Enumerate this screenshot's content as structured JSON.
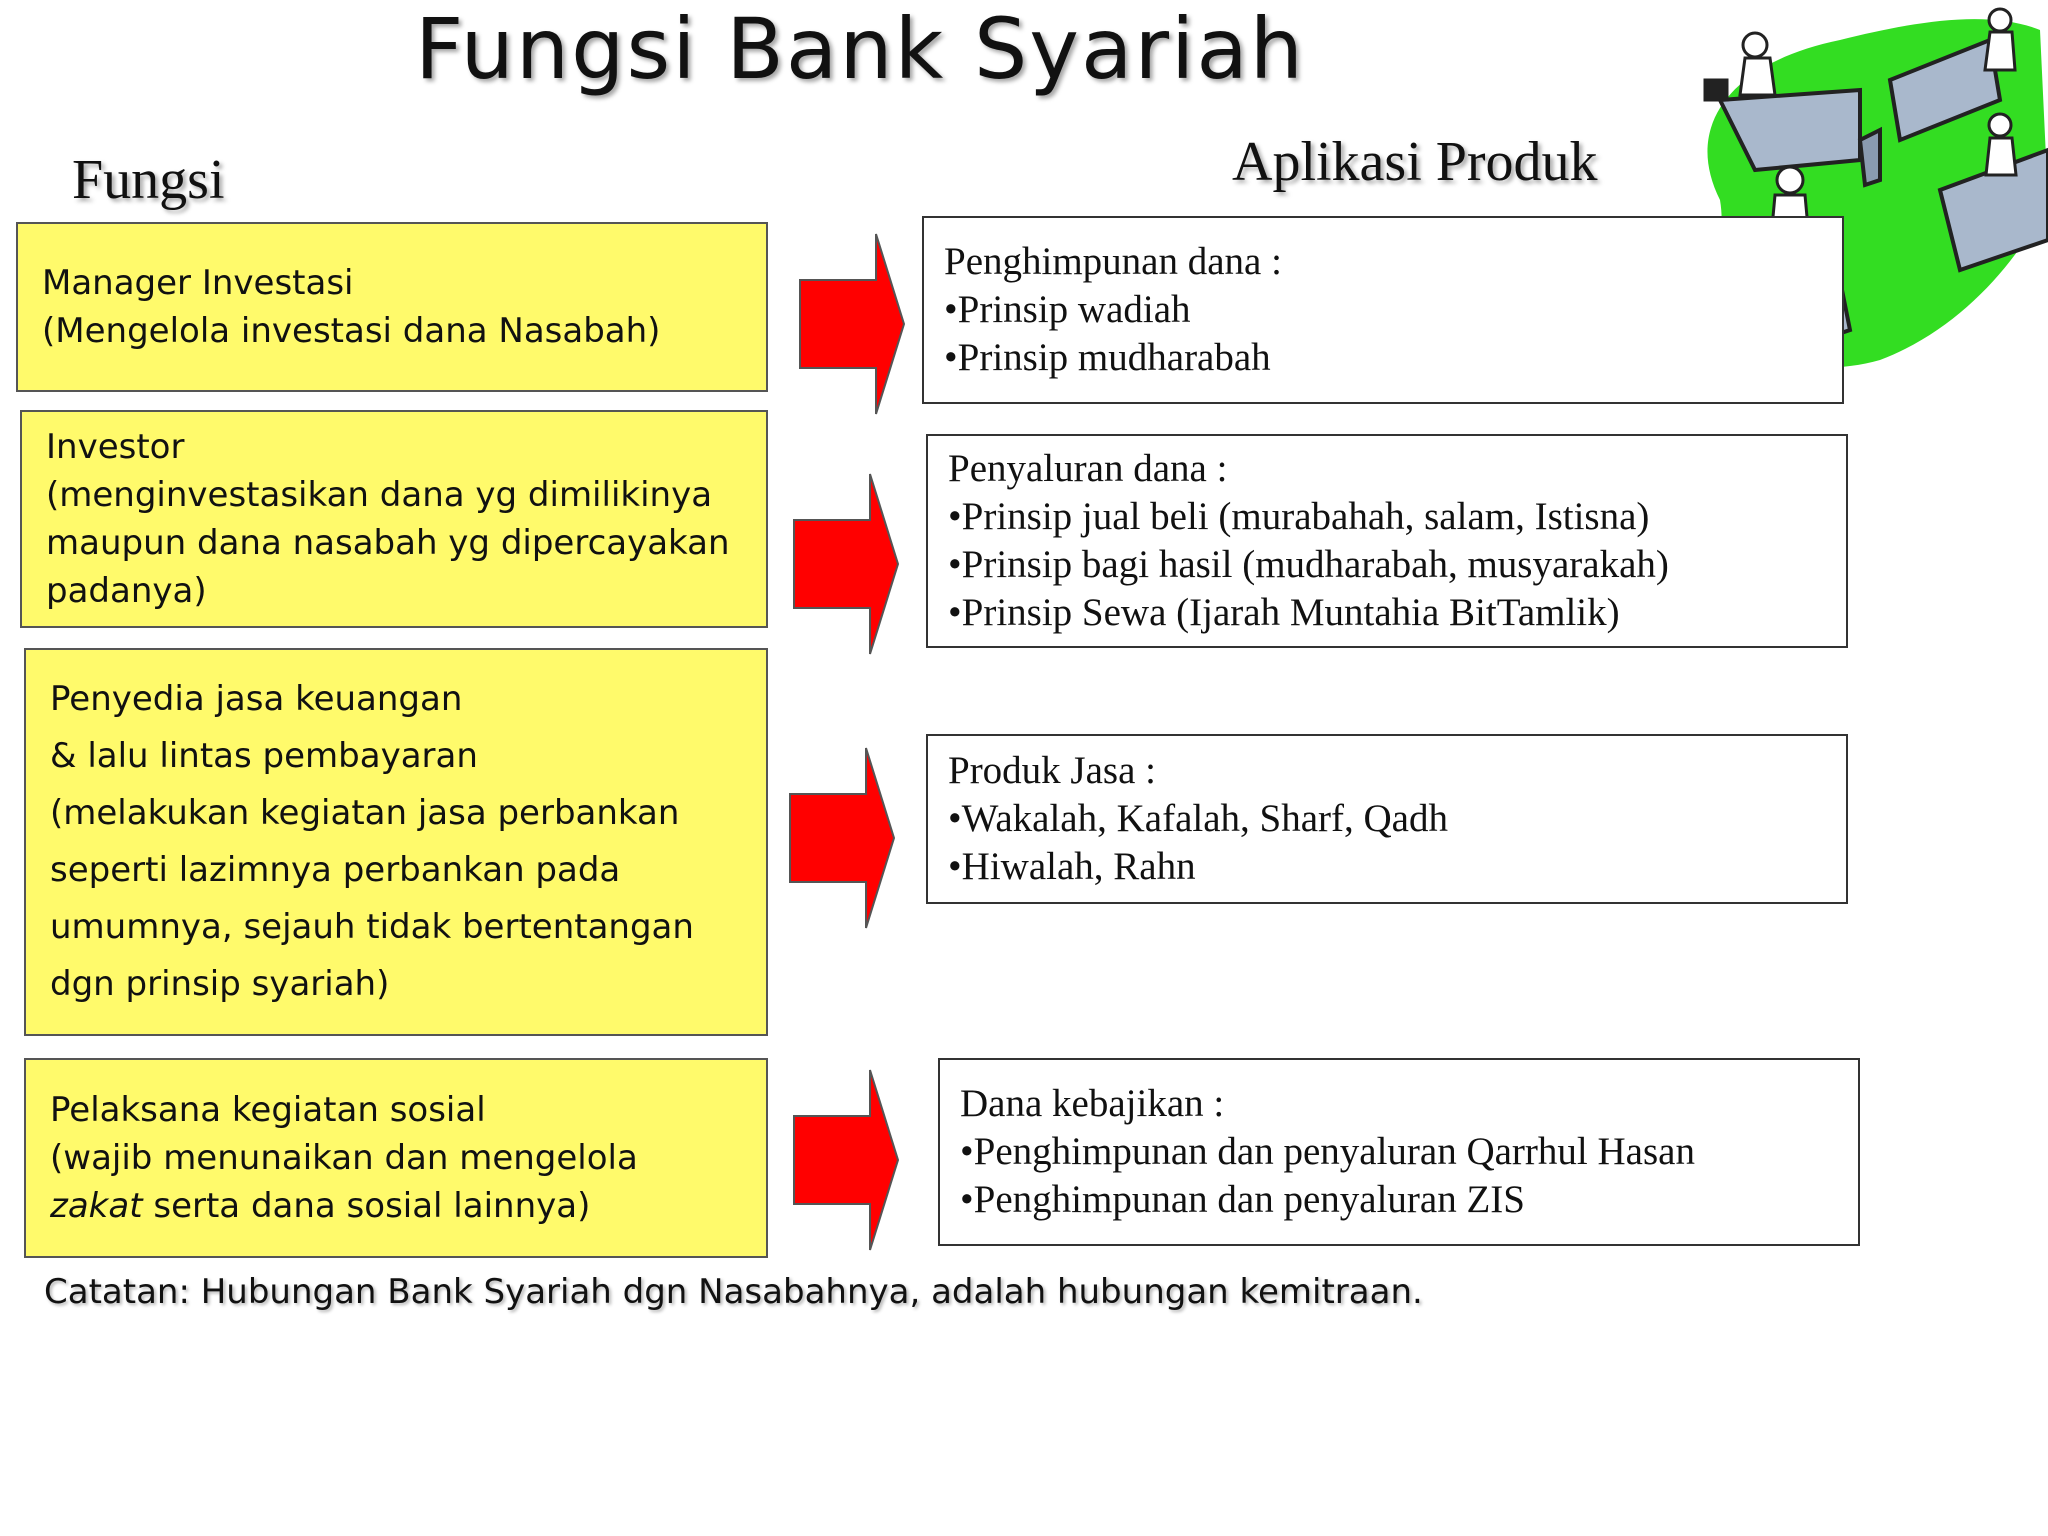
{
  "title": "Fungsi Bank Syariah",
  "headers": {
    "fungsi": "Fungsi",
    "aplikasi": "Aplikasi Produk"
  },
  "functions": [
    {
      "lines": [
        "Manager Investasi",
        "(Mengelola investasi dana Nasabah)"
      ]
    },
    {
      "lines": [
        "Investor",
        "(menginvestasikan dana yg dimilikinya",
        "maupun dana nasabah yg dipercayakan",
        "padanya)"
      ]
    },
    {
      "lines": [
        "Penyedia jasa keuangan",
        "& lalu lintas pembayaran",
        "(melakukan kegiatan jasa perbankan",
        "seperti lazimnya perbankan pada",
        "umumnya, sejauh tidak bertentangan",
        "dgn prinsip syariah)"
      ]
    },
    {
      "lines": [
        "Pelaksana kegiatan sosial",
        "(wajib menunaikan dan mengelola"
      ],
      "last_line_italic": "zakat",
      "last_line_rest": " serta dana sosial lainnya)"
    }
  ],
  "products": [
    {
      "lines": [
        "Penghimpunan dana :",
        "•Prinsip wadiah",
        "•Prinsip mudharabah"
      ]
    },
    {
      "lines": [
        "Penyaluran dana :",
        "•Prinsip jual beli (murabahah, salam, Istisna)",
        "•Prinsip bagi hasil (mudharabah, musyarakah)",
        "•Prinsip Sewa (Ijarah Muntahia BitTamlik)"
      ]
    },
    {
      "lines": [
        "Produk Jasa :",
        "•Wakalah, Kafalah, Sharf, Qadh",
        "•Hiwalah, Rahn"
      ]
    },
    {
      "lines": [
        "Dana kebajikan :",
        "•Penghimpunan dan penyaluran Qarrhul Hasan",
        "•Penghimpunan dan penyaluran ZIS"
      ]
    }
  ],
  "note": "Catatan: Hubungan Bank Syariah dgn Nasabahnya, adalah hubungan kemitraan.",
  "colors": {
    "function_box": "#fffa6b",
    "arrow": "#ff0000",
    "clipart_green": "#33dd22"
  },
  "clipart": "people-climbing-steps-icon"
}
